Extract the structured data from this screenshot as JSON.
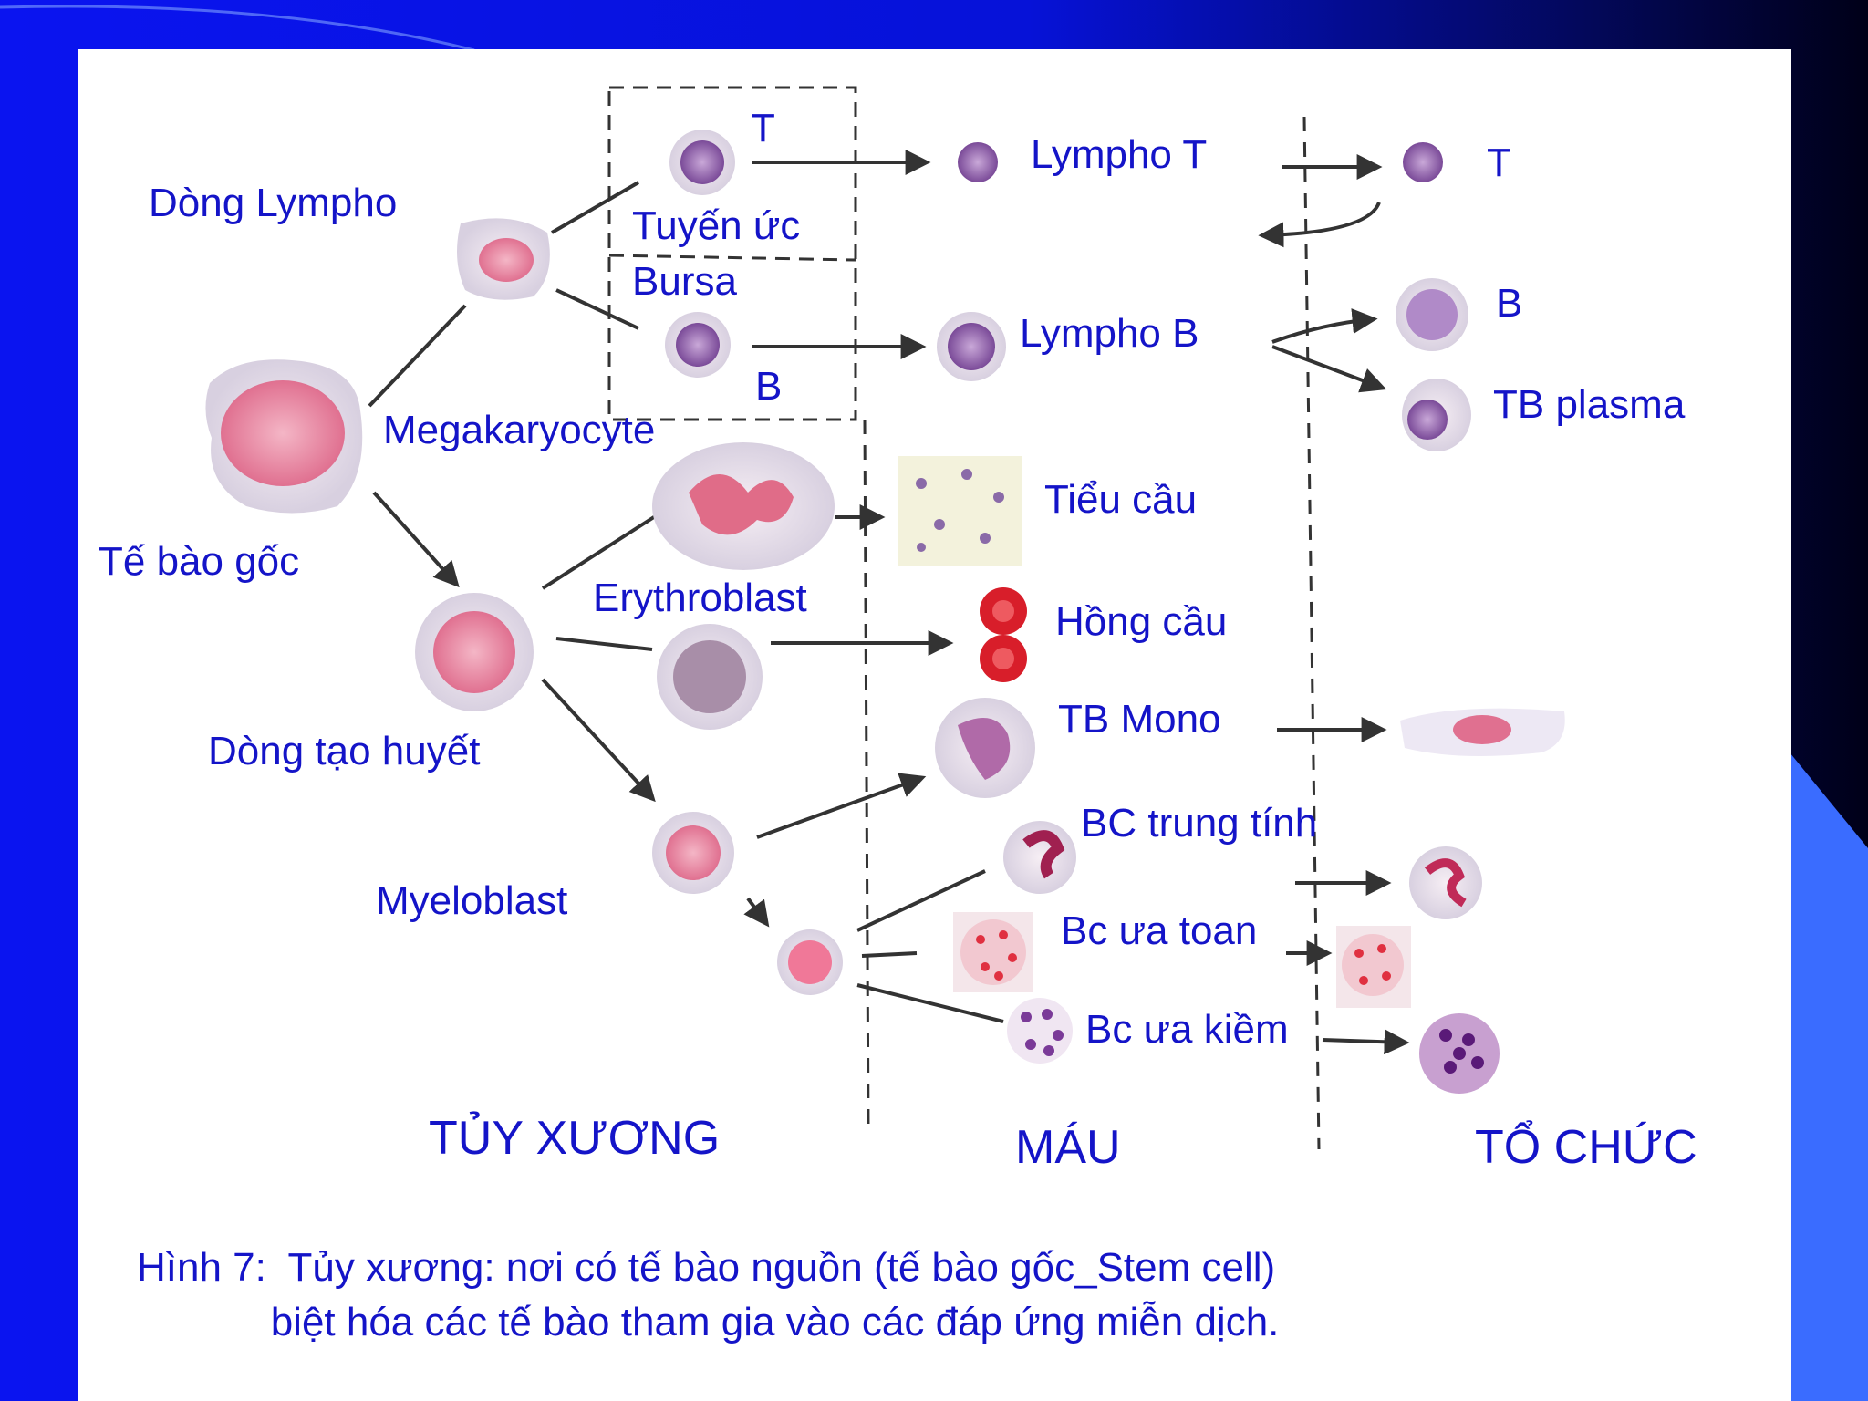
{
  "labels": {
    "dong_lympho": "Dòng Lympho",
    "te_bao_goc": "Tế bào gốc",
    "megakaryocyte": "Megakaryocyte",
    "erythroblast": "Erythroblast",
    "dong_tao_huyet": "Dòng tạo huyết",
    "myeloblast": "Myeloblast",
    "t_top": "T",
    "tuyen_uc": "Tuyến ức",
    "bursa": "Bursa",
    "b_mid": "B",
    "lympho_t": "Lympho T",
    "lympho_b": "Lympho B",
    "tieu_cau": "Tiểu cầu",
    "hong_cau": "Hồng cầu",
    "tb_mono": "TB Mono",
    "bc_trung_tinh": "BC trung tính",
    "bc_ua_toan": "Bc ưa toan",
    "bc_ua_kiem": "Bc ưa kiềm",
    "t_right": "T",
    "b_right": "B",
    "tb_plasma": "TB plasma"
  },
  "sections": {
    "tuy_xuong": "TỦY XƯƠNG",
    "mau": "MÁU",
    "to_chuc": "TỔ CHỨC"
  },
  "caption": {
    "line1": "Hình 7:  Tủy xương: nơi có tế bào nguồn (tế bào gốc_Stem cell)",
    "line2": "            biệt hóa các tế bào tham gia vào các đáp ứng miễn dịch."
  },
  "colors": {
    "slide_blue": "#0a14f0",
    "label_blue": "#1414c8",
    "cell_pink": "#e87a9a",
    "cell_purple": "#8a5aa8",
    "rbc_red": "#d81e2a"
  }
}
